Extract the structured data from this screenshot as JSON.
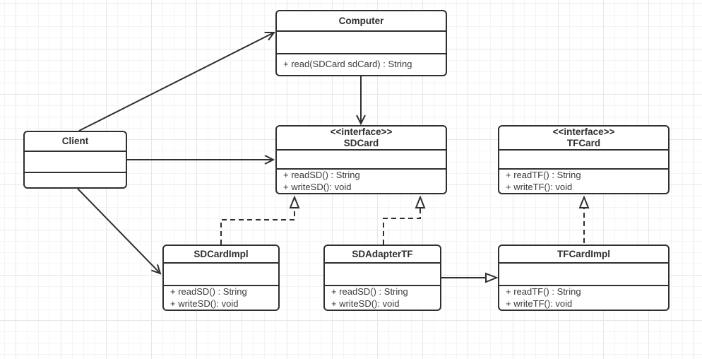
{
  "classes": {
    "client": {
      "name": "Client"
    },
    "computer": {
      "name": "Computer",
      "methods": [
        "+ read(SDCard sdCard) : String"
      ]
    },
    "sdcard": {
      "stereotype": "<<interface>>",
      "name": "SDCard",
      "methods": [
        "+ readSD() : String",
        "+ writeSD(): void"
      ]
    },
    "tfcard": {
      "stereotype": "<<interface>>",
      "name": "TFCard",
      "methods": [
        "+ readTF() : String",
        "+ writeTF(): void"
      ]
    },
    "sdcardimpl": {
      "name": "SDCardImpl",
      "methods": [
        "+ readSD() : String",
        "+ writeSD(): void"
      ]
    },
    "sdadaptertf": {
      "name": "SDAdapterTF",
      "methods": [
        "+ readSD() : String",
        "+ writeSD(): void"
      ]
    },
    "tfcardimpl": {
      "name": "TFCardImpl",
      "methods": [
        "+ readTF() : String",
        "+ writeTF(): void"
      ]
    }
  },
  "relations": [
    {
      "from": "Client",
      "to": "Computer",
      "type": "association",
      "line": "solid",
      "arrowhead": "open"
    },
    {
      "from": "Client",
      "to": "SDCard",
      "type": "association",
      "line": "solid",
      "arrowhead": "open"
    },
    {
      "from": "Client",
      "to": "SDCardImpl",
      "type": "association",
      "line": "solid",
      "arrowhead": "open"
    },
    {
      "from": "Computer",
      "to": "SDCard",
      "type": "association",
      "line": "solid",
      "arrowhead": "open"
    },
    {
      "from": "SDCardImpl",
      "to": "SDCard",
      "type": "realization",
      "line": "dashed",
      "arrowhead": "hollow-triangle"
    },
    {
      "from": "SDAdapterTF",
      "to": "SDCard",
      "type": "realization",
      "line": "dashed",
      "arrowhead": "hollow-triangle"
    },
    {
      "from": "SDAdapterTF",
      "to": "TFCardImpl",
      "type": "generalization",
      "line": "solid",
      "arrowhead": "hollow-triangle"
    },
    {
      "from": "TFCardImpl",
      "to": "TFCard",
      "type": "realization",
      "line": "dashed",
      "arrowhead": "hollow-triangle"
    }
  ],
  "colors": {
    "stroke": "#2f2f2f",
    "text": "#3a3a3a",
    "shape_fill": "#ffffff",
    "grid_minor": "#f4f4f4",
    "grid_major": "#e7e7e7"
  }
}
